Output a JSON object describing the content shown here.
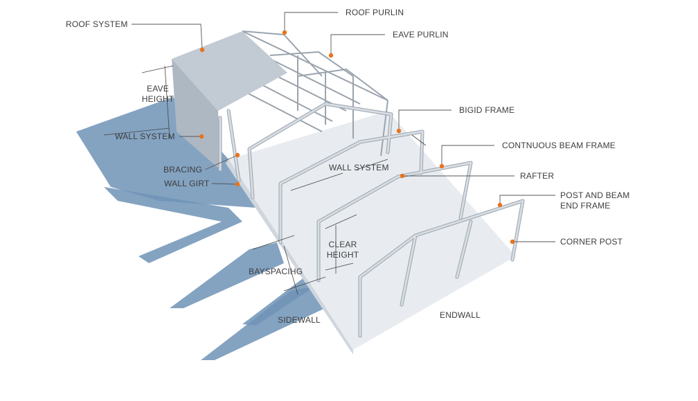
{
  "colors": {
    "shadow": "#6f93b6",
    "steel": "#d7dde3",
    "steel_edge": "#9aa3ad",
    "floor": "#e8ecf0",
    "cladding": "#c2cad3",
    "marker": "#e9731c",
    "leader": "#555555"
  },
  "labels": {
    "roof_system": "ROOF SYSTEM",
    "roof_purlin": "ROOF PURLIN",
    "eave_purlin": "EAVE PURLIN",
    "eave_height": [
      "EAVE",
      "HEIGHT"
    ],
    "wall_system_left": "WALL SYSTEM",
    "rigid_frame": "BIGID FRAME",
    "continuous_beam_frame": "CONTNUOUS BEAM FRAME",
    "bracing": "BRACING",
    "wall_girt": "WALL GIRT",
    "wall_system_center": "WALL SYSTEM",
    "rafter": "RAFTER",
    "post_and_beam_end_frame": [
      "POST AND BEAM",
      "END FRAME"
    ],
    "corner_post": "CORNER POST",
    "clear_height": [
      "CLEAR",
      "HEIGHT"
    ],
    "bay_spacing": "BAYSPACIHG",
    "sidewall": "SIDEWALL",
    "endwall": "ENDWALL"
  }
}
